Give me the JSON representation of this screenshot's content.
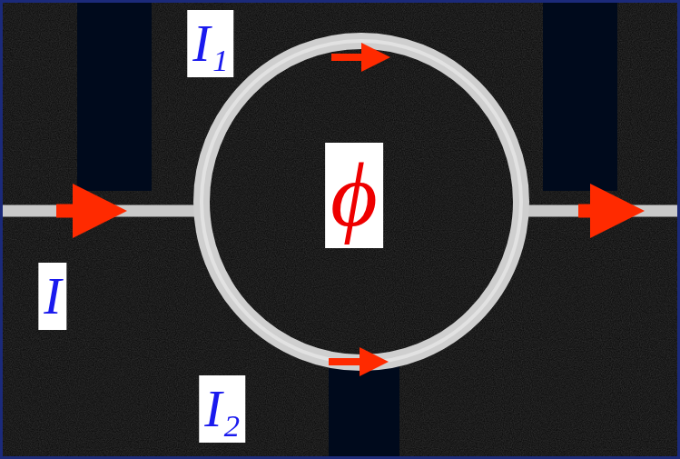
{
  "diagram": {
    "labels": [
      "I₁",
      "ϕ",
      "I",
      "I₂"
    ]
  }
}
